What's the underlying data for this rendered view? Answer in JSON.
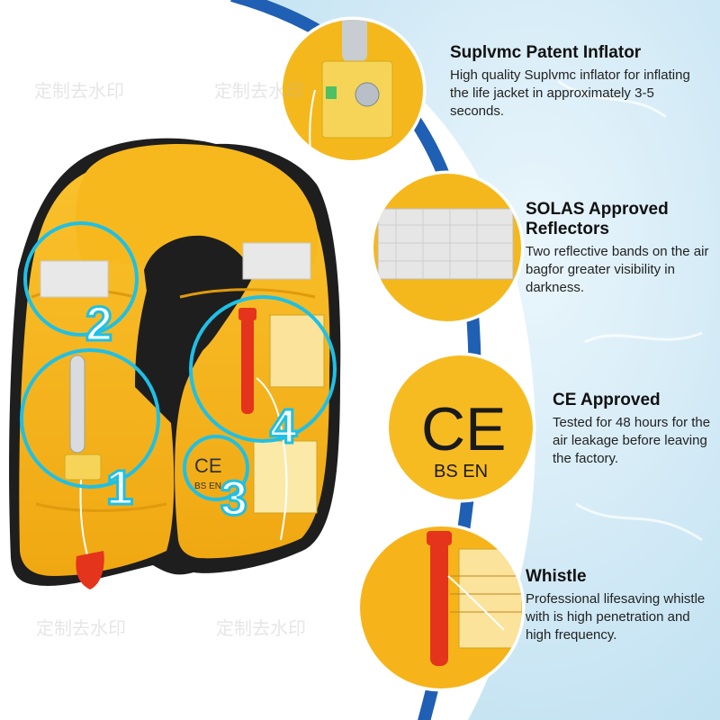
{
  "badges": [
    "1",
    "2",
    "3",
    "4"
  ],
  "ce_mark": {
    "symbol": "CE",
    "standard": "BS EN"
  },
  "features": [
    {
      "title": "Suplvmc Patent Inflator",
      "description": "High quality Suplvmc inflator for inflating the life jacket in approximately 3-5 seconds."
    },
    {
      "title": "SOLAS Approved Reflectors",
      "description": "Two reflective bands on the air bagfor greater visibility in darkness."
    },
    {
      "title": "CE Approved",
      "description": "Tested for 48 hours for the air leakage before leaving the factory."
    },
    {
      "title": "Whistle",
      "description": "Professional lifesaving whistle with is high penetration and high frequency."
    }
  ],
  "colors": {
    "jacket": "#f6b31a",
    "jacket_shadow": "#e39b0c",
    "trim": "#1e1e1e",
    "highlight_ring": "#1ec0e6",
    "arc": "#1f5fb4",
    "whistle": "#e5341c",
    "water": "#cfe8f5"
  },
  "watermark": "定制去水印"
}
